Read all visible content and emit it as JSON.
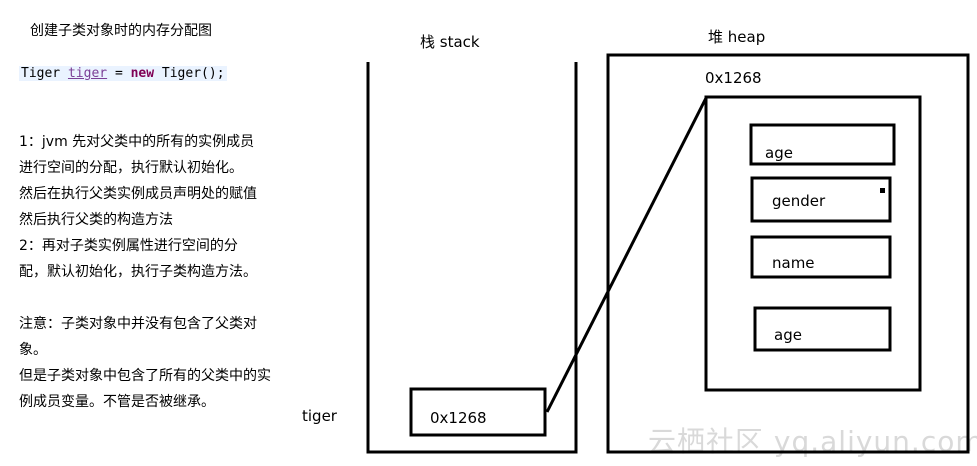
{
  "title": "创建子类对象时的内存分配图",
  "code": {
    "class_name": "Tiger",
    "variable": "tiger",
    "equals": "=",
    "keyword": "new",
    "constructor": "Tiger();"
  },
  "notes": [
    "1：jvm 先对父类中的所有的实例成员",
    "进行空间的分配，执行默认初始化。",
    "然后在执行父类实例成员声明处的赋值",
    "然后执行父类的构造方法",
    "2：再对子类实例属性进行空间的分",
    "配，默认初始化，执行子类构造方法。",
    "",
    "注意：子类对象中并没有包含了父类对",
    "象。",
    "但是子类对象中包含了所有的父类中的实",
    "例成员变量。不管是否被继承。"
  ],
  "stack": {
    "label": "栈 stack",
    "variable_label": "tiger",
    "reference_value": "0x1268"
  },
  "heap": {
    "label": "堆 heap",
    "object_address": "0x1268",
    "fields": [
      "age",
      "gender",
      "name",
      "age"
    ]
  },
  "watermark": "云栖社区 yq.aliyun.com"
}
